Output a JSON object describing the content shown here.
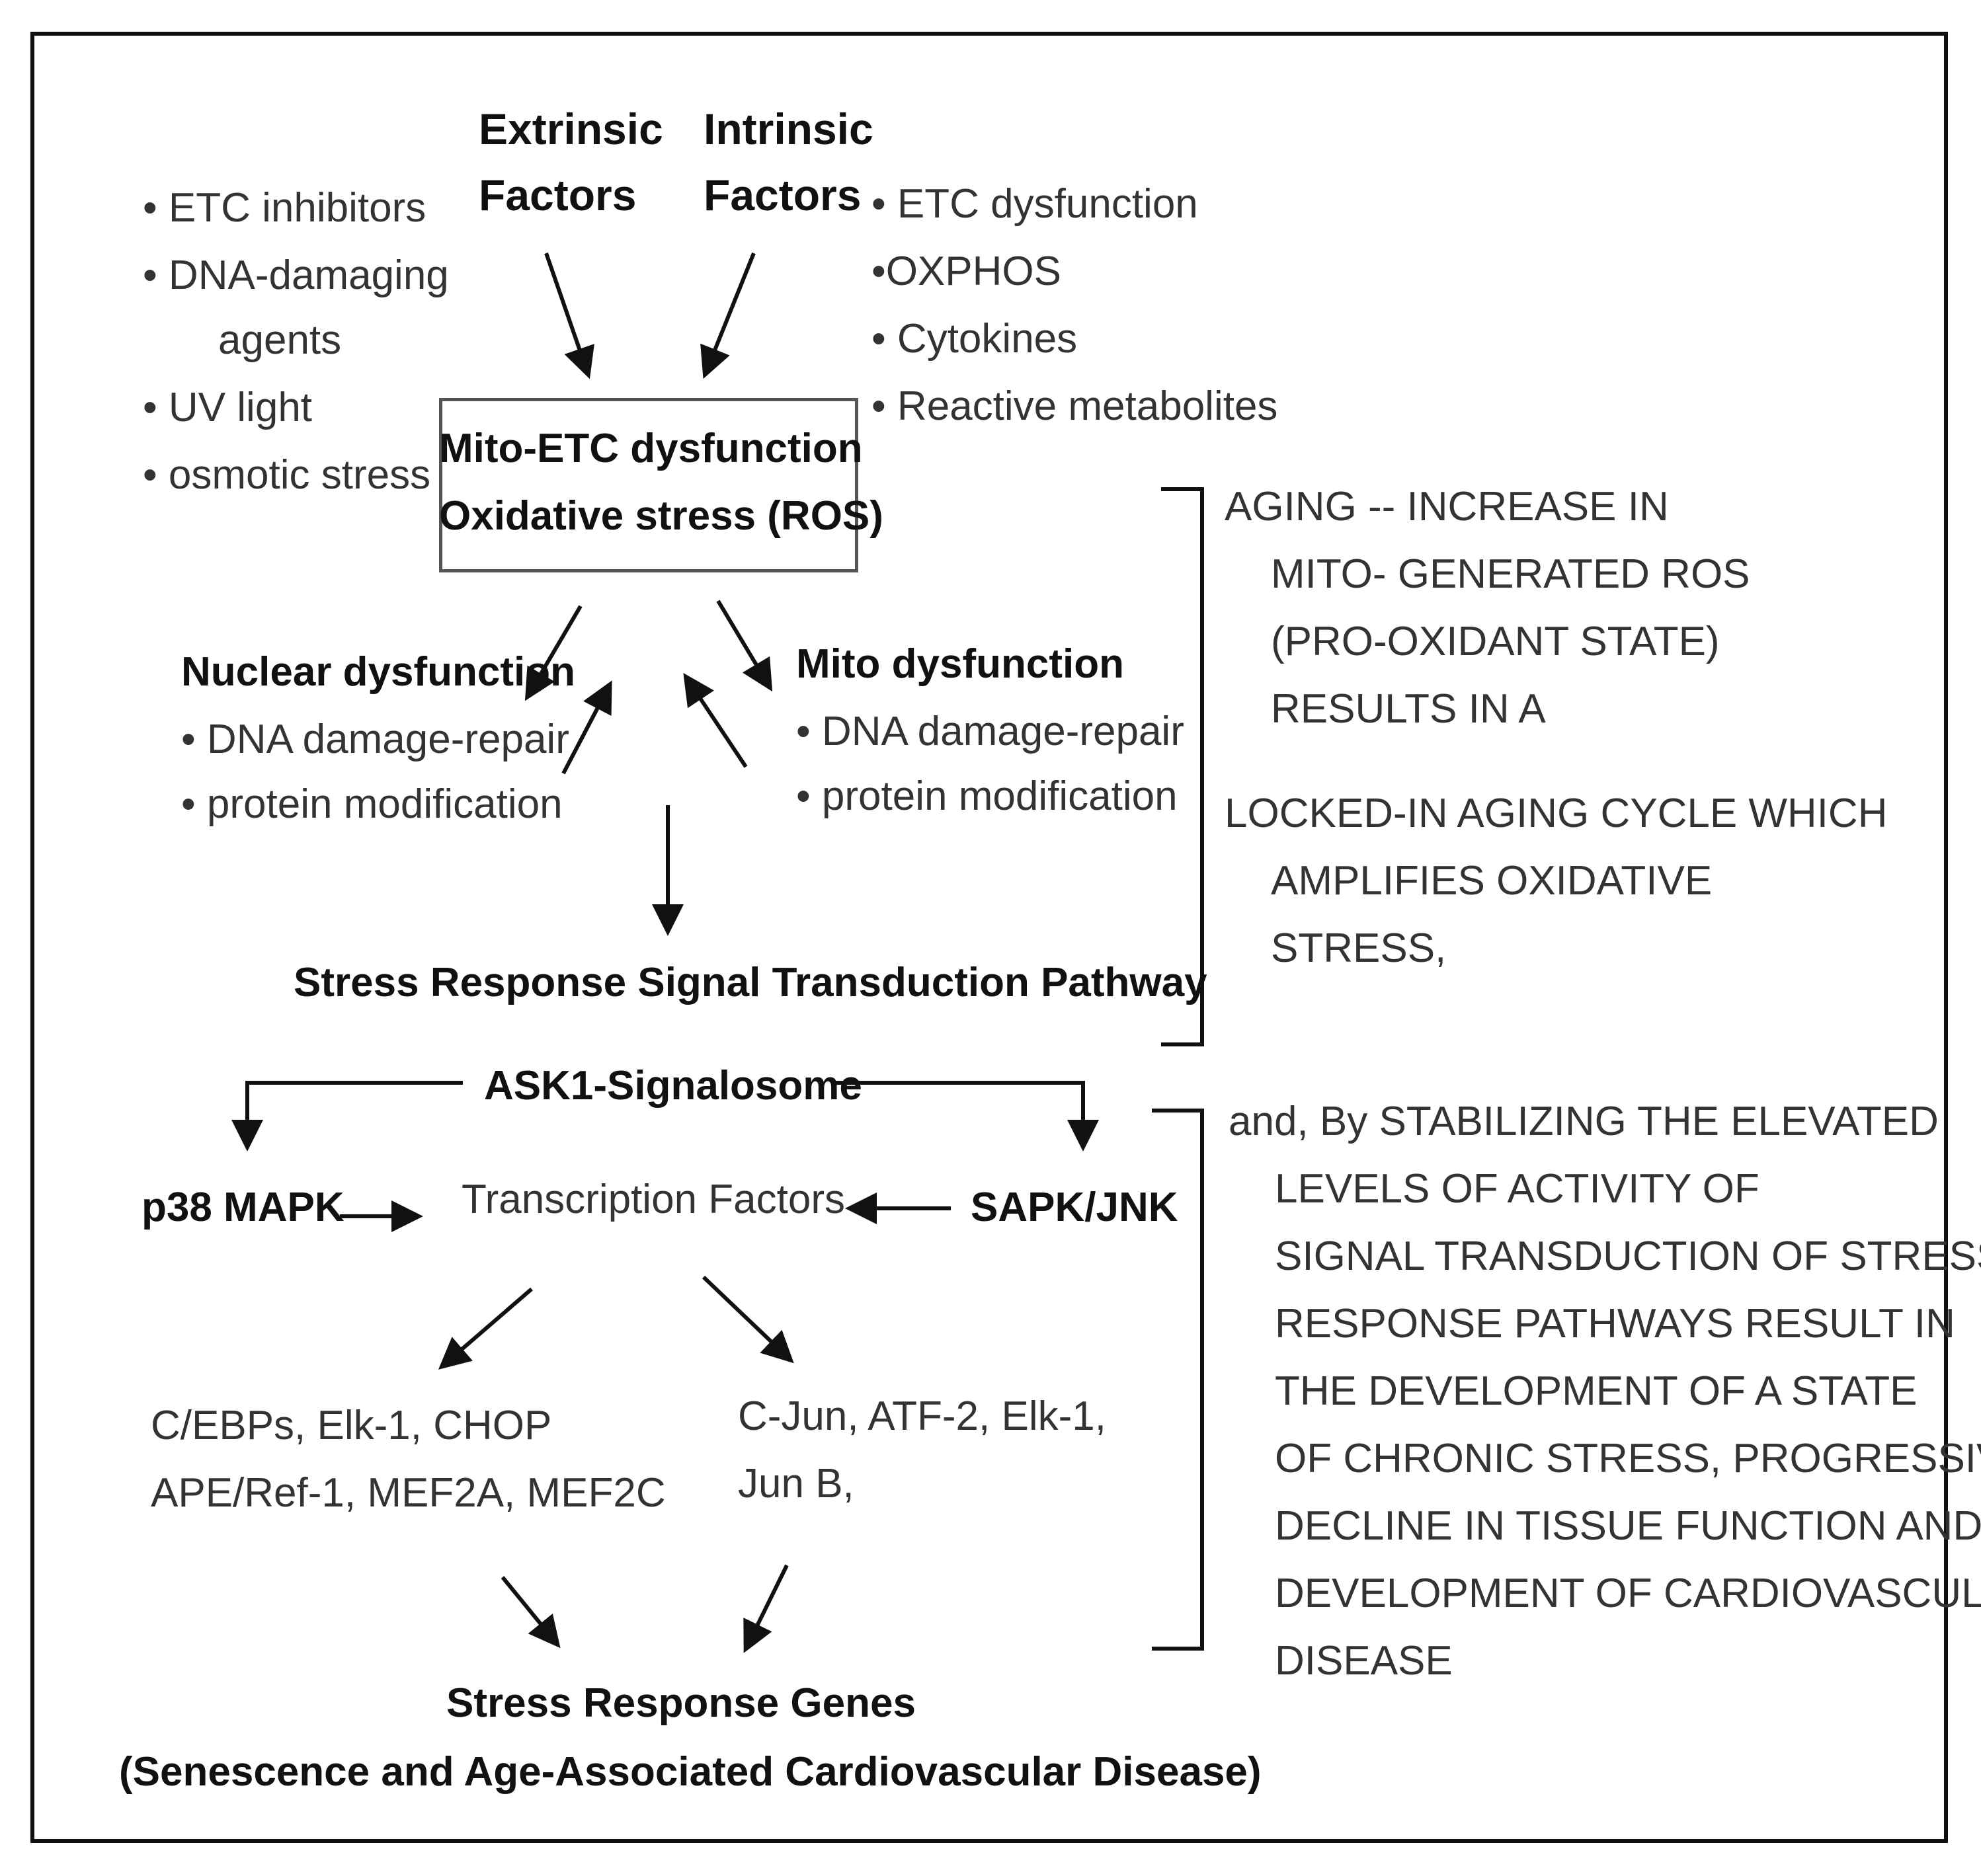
{
  "factors": {
    "extrinsic": [
      "Extrinsic",
      "Factors"
    ],
    "intrinsic": [
      "Intrinsic",
      "Factors"
    ],
    "extrinsic_list": [
      "• ETC inhibitors",
      "• DNA-damaging",
      "agents",
      "• UV light",
      "• osmotic stress"
    ],
    "intrinsic_list": [
      "• ETC dysfunction",
      "•OXPHOS",
      "• Cytokines",
      "• Reactive metabolites"
    ]
  },
  "center_box": [
    "Mito-ETC dysfunction",
    "Oxidative stress (ROS)"
  ],
  "nuclear": {
    "title": "Nuclear dysfunction",
    "items": [
      "• DNA damage-repair",
      "• protein modification"
    ]
  },
  "mito": {
    "title": "Mito dysfunction",
    "items": [
      "• DNA damage-repair",
      "• protein modification"
    ]
  },
  "pathway_title": "Stress Response Signal Transduction Pathway",
  "signalosome": "ASK1-Signalosome",
  "p38": "p38 MAPK",
  "transcription": "Transcription Factors",
  "sapk": "SAPK/JNK",
  "left_tf": [
    "C/EBPs, Elk-1, CHOP",
    "APE/Ref-1, MEF2A, MEF2C"
  ],
  "right_tf": [
    "C-Jun, ATF-2, Elk-1,",
    "Jun B,"
  ],
  "genes": [
    "Stress Response Genes",
    "(Senescence and Age-Associated Cardiovascular Disease)"
  ],
  "aging_note": [
    "AGING -- INCREASE IN",
    "MITO- GENERATED ROS",
    "(PRO-OXIDANT STATE)",
    "RESULTS IN A",
    "LOCKED-IN AGING CYCLE WHICH",
    "AMPLIFIES OXIDATIVE",
    "STRESS,"
  ],
  "stabilizing_note": [
    "and, By STABILIZING THE ELEVATED",
    "LEVELS OF ACTIVITY OF",
    "SIGNAL TRANSDUCTION OF STRESS",
    "RESPONSE PATHWAYS RESULT IN",
    "THE DEVELOPMENT OF A STATE",
    "OF CHRONIC STRESS, PROGRESSIVE",
    "DECLINE IN TISSUE FUNCTION AND",
    "DEVELOPMENT OF CARDIOVASCULAR",
    "DISEASE"
  ]
}
